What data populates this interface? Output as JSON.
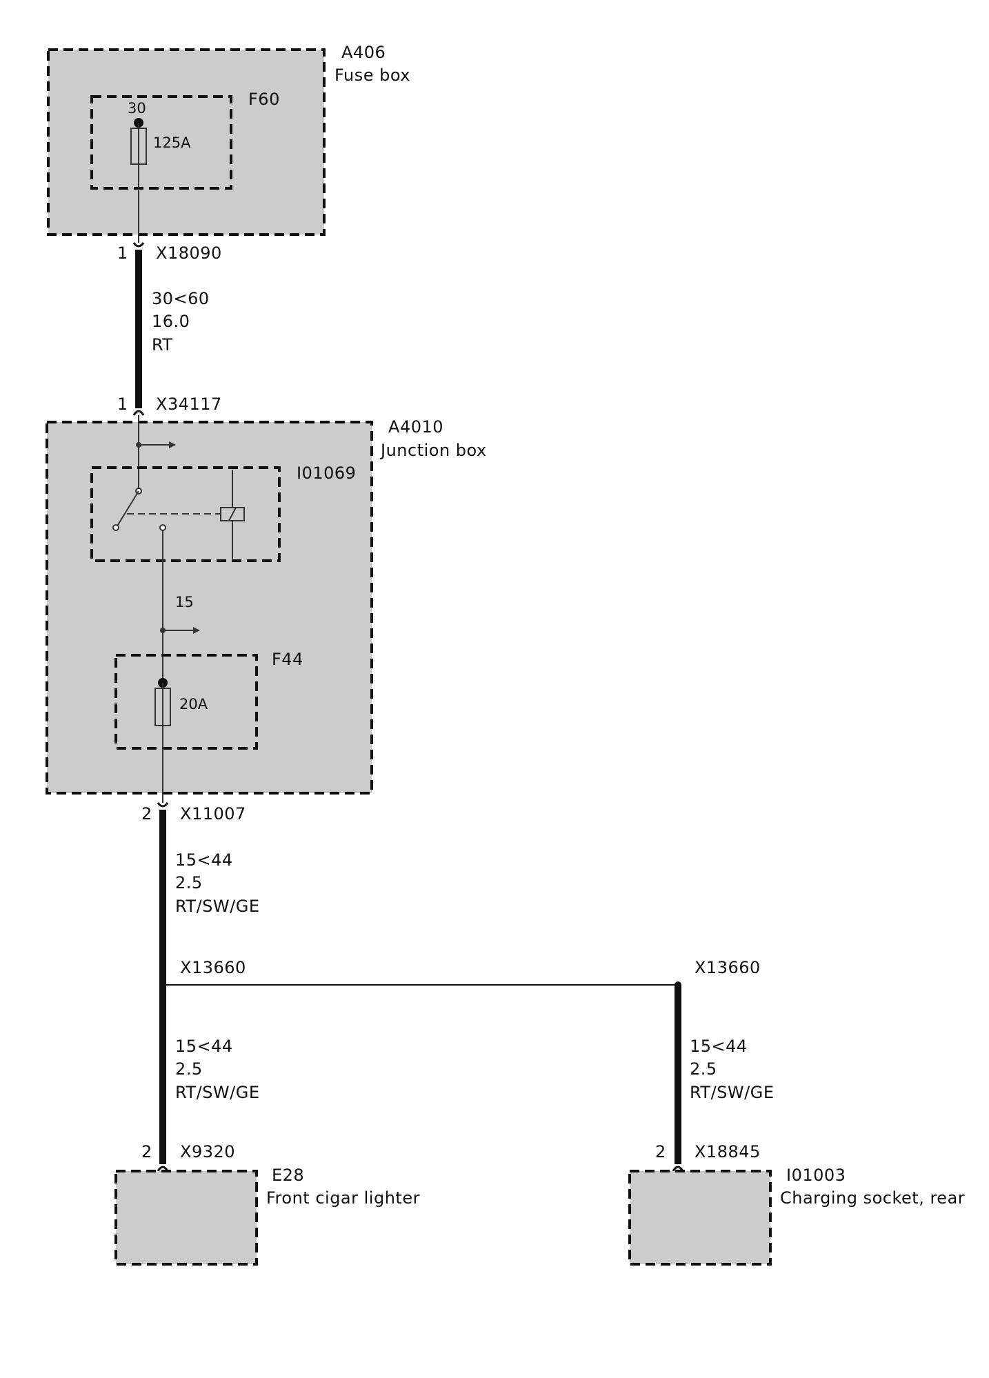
{
  "colors": {
    "box_fill": "#cccccc",
    "line": "#111111",
    "thin_line": "#333333",
    "background": "#ffffff"
  },
  "components": {
    "fuse_box": {
      "id": "A406",
      "name": "Fuse box"
    },
    "fuse_f60": {
      "id": "F60",
      "terminal": "30",
      "rating": "125A"
    },
    "junction_box": {
      "id": "A4010",
      "name": "Junction box"
    },
    "relay": {
      "id": "I01069",
      "type": "relay"
    },
    "fuse_f44": {
      "id": "F44",
      "rating": "20A"
    },
    "cigar_lighter": {
      "id": "E28",
      "name": "Front cigar lighter"
    },
    "charging_socket": {
      "id": "I01003",
      "name": "Charging socket, rear"
    }
  },
  "connectors": {
    "x18090": {
      "id": "X18090",
      "pin": "1"
    },
    "x34117": {
      "id": "X34117",
      "pin": "1"
    },
    "x11007": {
      "id": "X11007",
      "pin": "2"
    },
    "x13660_left": {
      "id": "X13660"
    },
    "x13660_right": {
      "id": "X13660"
    },
    "x9320": {
      "id": "X9320",
      "pin": "2"
    },
    "x18845": {
      "id": "X18845",
      "pin": "2"
    }
  },
  "internal": {
    "terminal_15": "15"
  },
  "wires": {
    "w1": {
      "circuit": "30<60",
      "gauge": "16.0",
      "color_code": "RT"
    },
    "w2": {
      "circuit": "15<44",
      "gauge": "2.5",
      "color_code": "RT/SW/GE"
    },
    "w3": {
      "circuit": "15<44",
      "gauge": "2.5",
      "color_code": "RT/SW/GE"
    },
    "w4": {
      "circuit": "15<44",
      "gauge": "2.5",
      "color_code": "RT/SW/GE"
    }
  }
}
